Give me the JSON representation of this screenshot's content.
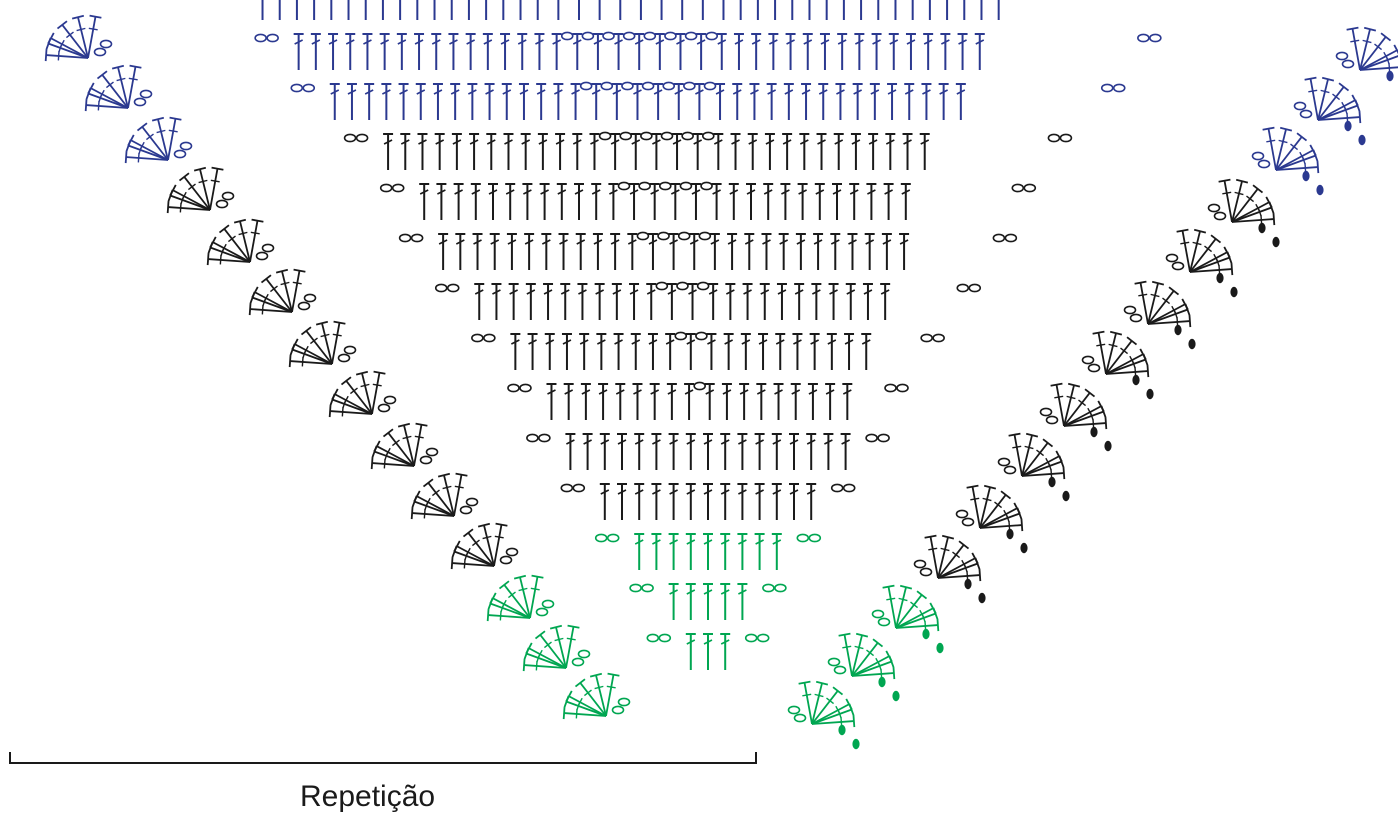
{
  "legend": {
    "repeat_label": "Repetição"
  },
  "colors": {
    "blue": "#2b3990",
    "black": "#1a1a1a",
    "green": "#00a651",
    "background": "#ffffff"
  },
  "symbols": {
    "row_stitch": "double-crochet",
    "chain": "chain-oval",
    "shell": "fan-of-double-crochets",
    "slip_stitch": "filled-dot"
  },
  "rows": [
    {
      "row": 1,
      "color": "green",
      "structure": [
        3
      ]
    },
    {
      "row": 2,
      "color": "green",
      "structure": [
        5
      ]
    },
    {
      "row": 3,
      "color": "green",
      "structure": [
        9
      ]
    },
    {
      "row": 4,
      "color": "black",
      "structure": [
        13
      ]
    },
    {
      "row": 5,
      "color": "black",
      "structure": [
        17
      ]
    },
    {
      "row": 6,
      "color": "black",
      "structure": [
        9,
        9
      ]
    },
    {
      "row": 7,
      "color": "black",
      "structure": [
        10,
        1,
        10
      ]
    },
    {
      "row": 8,
      "color": "black",
      "structure": [
        11,
        1,
        1,
        11
      ]
    },
    {
      "row": 9,
      "color": "black",
      "structure": [
        12,
        1,
        1,
        1,
        12
      ]
    },
    {
      "row": 10,
      "color": "black",
      "structure": [
        12,
        1,
        1,
        1,
        1,
        12
      ]
    },
    {
      "row": 11,
      "color": "black",
      "structure": [
        13,
        1,
        1,
        1,
        1,
        1,
        13
      ]
    },
    {
      "row": 12,
      "color": "blue",
      "structure": [
        15,
        1,
        1,
        1,
        1,
        1,
        1,
        15
      ]
    },
    {
      "row": 13,
      "color": "blue",
      "structure": [
        16,
        1,
        1,
        1,
        1,
        1,
        1,
        1,
        16
      ]
    },
    {
      "row": 14,
      "color": "blue",
      "structure": [
        17,
        1,
        1,
        1,
        1,
        1,
        1,
        1,
        1,
        17
      ]
    }
  ]
}
